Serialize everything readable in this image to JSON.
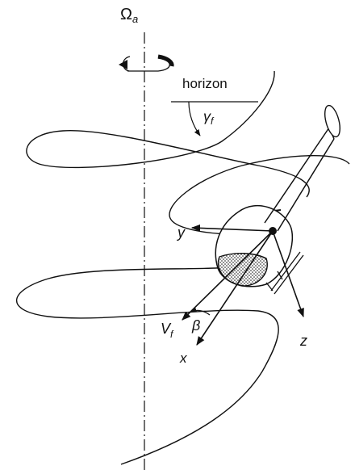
{
  "figure": {
    "labels": {
      "omega": "Ω",
      "omega_sub": "a",
      "horizon": "horizon",
      "gamma": "γ",
      "gamma_sub": "f",
      "y_axis": "y",
      "x_axis": "x",
      "z_axis": "z",
      "velocity": "V",
      "velocity_sub": "f",
      "beta": "β"
    }
  }
}
